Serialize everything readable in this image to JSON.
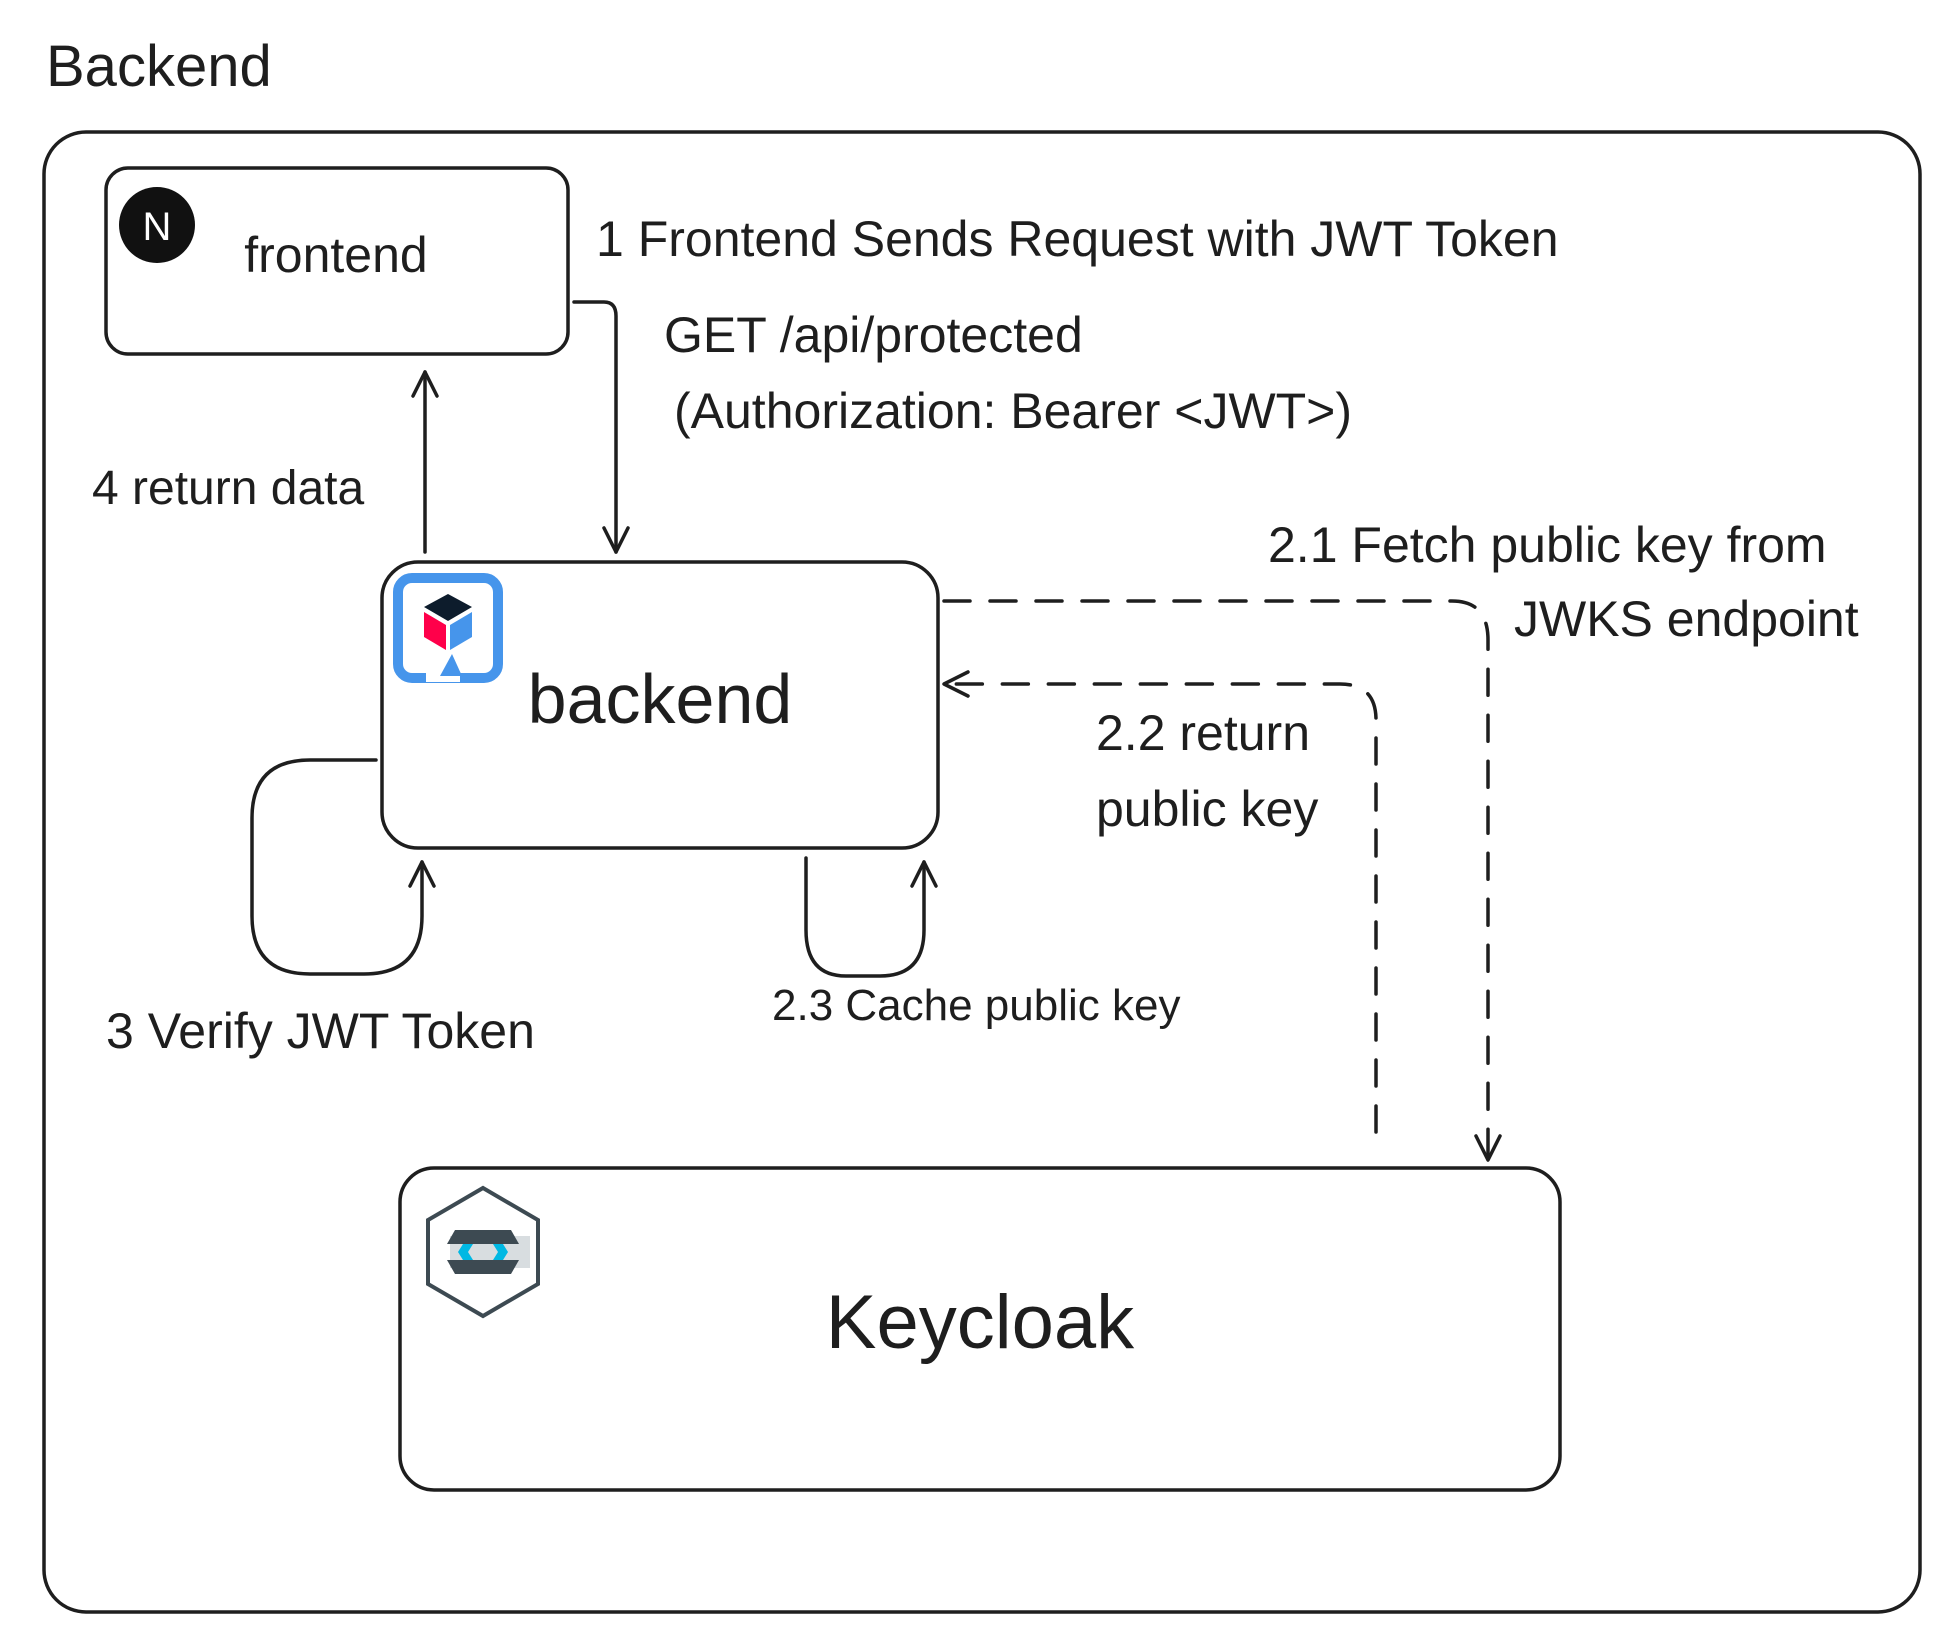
{
  "diagram": {
    "title": "Backend",
    "nodes": {
      "frontend": {
        "label": "frontend",
        "icon": "nextjs-logo-icon",
        "icon_letter": "N"
      },
      "backend": {
        "label": "backend",
        "icon": "quarkus-logo-icon"
      },
      "keycloak": {
        "label": "Keycloak",
        "icon": "keycloak-logo-icon"
      }
    },
    "edges": {
      "step1": {
        "label": "1 Frontend Sends Request with JWT Token",
        "request_line1": "GET /api/protected",
        "request_line2": "(Authorization: Bearer <JWT>)"
      },
      "step2_1": {
        "line1": "2.1 Fetch public key from",
        "line2": "JWKS endpoint"
      },
      "step2_2": {
        "line1": "2.2 return",
        "line2": "public key"
      },
      "step2_3": {
        "label": "2.3 Cache public key"
      },
      "step3": {
        "label": "3 Verify JWT Token"
      },
      "step4": {
        "label": "4 return data"
      }
    },
    "colors": {
      "stroke": "#1e1e1e",
      "quarkus_blue": "#4695eb",
      "quarkus_red": "#ff004a",
      "keycloak_dark": "#3d4a52",
      "keycloak_cyan": "#00b8e3"
    }
  }
}
